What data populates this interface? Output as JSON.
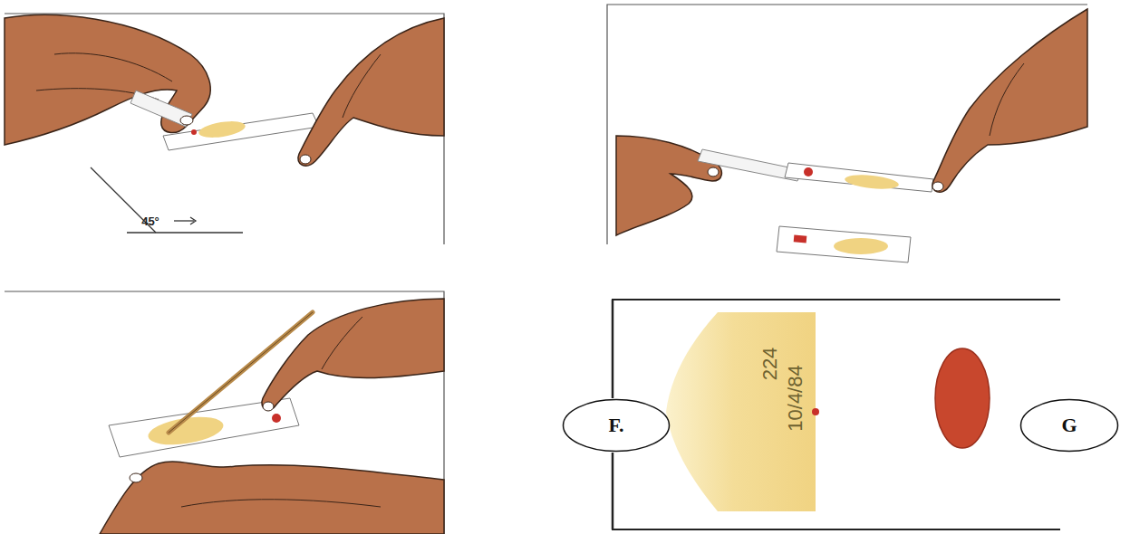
{
  "diagram": {
    "nodes": [
      {
        "text": [
          "F."
        ]
      },
      {
        "text": [
          "G"
        ]
      }
    ],
    "edges": [],
    "labels": [
      "45°",
      "224",
      "10/4/84"
    ]
  }
}
